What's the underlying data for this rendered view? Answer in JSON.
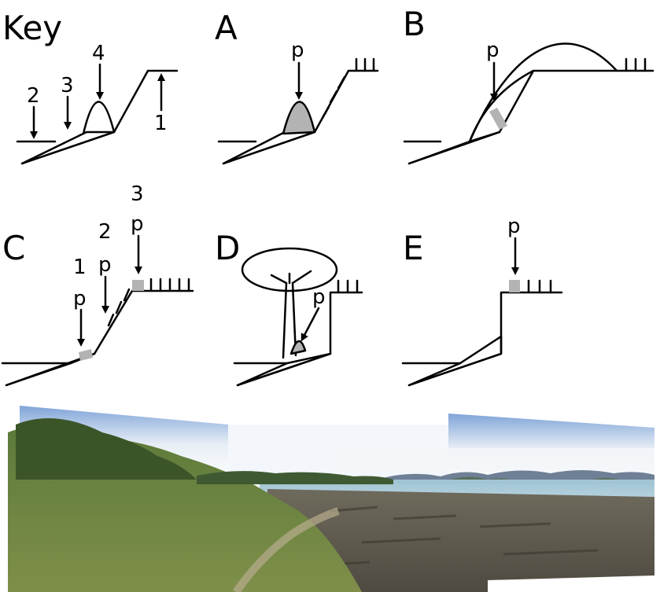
{
  "panels": {
    "key": {
      "title": "Key",
      "labels": [
        "1",
        "2",
        "3",
        "4"
      ]
    },
    "a": {
      "title": "A",
      "marker": "p"
    },
    "b": {
      "title": "B",
      "marker": "p"
    },
    "c": {
      "title": "C",
      "markers": [
        {
          "num": "1",
          "marker": "p"
        },
        {
          "num": "2",
          "marker": "p"
        },
        {
          "num": "3",
          "marker": "p"
        }
      ]
    },
    "d": {
      "title": "D",
      "marker": "p"
    },
    "e": {
      "title": "E",
      "marker": "p"
    }
  },
  "colors": {
    "line": "#000000",
    "shade": "#b3b3b3",
    "background": "#ffffff"
  }
}
